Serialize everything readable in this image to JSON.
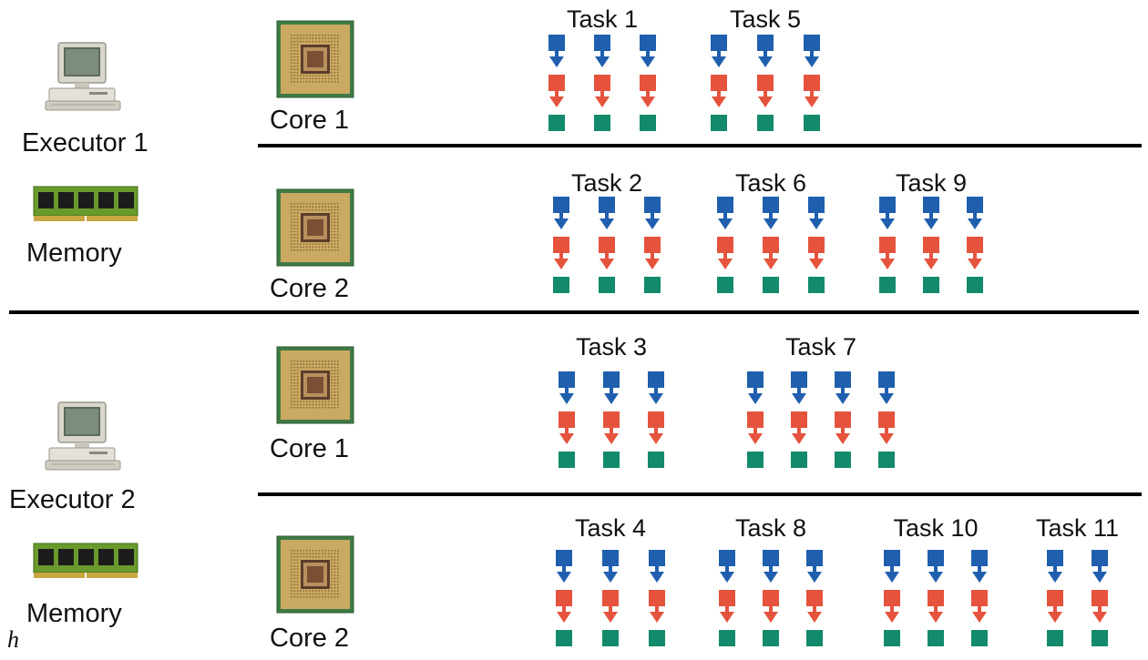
{
  "executors": [
    {
      "label": "Executor 1",
      "memory_label": "Memory",
      "cores": [
        {
          "label": "Core 1",
          "tasks": [
            {
              "label": "Task 1",
              "chains": 3
            },
            {
              "label": "Task 5",
              "chains": 3
            }
          ]
        },
        {
          "label": "Core 2",
          "tasks": [
            {
              "label": "Task 2",
              "chains": 3
            },
            {
              "label": "Task 6",
              "chains": 3
            },
            {
              "label": "Task 9",
              "chains": 3
            }
          ]
        }
      ]
    },
    {
      "label": "Executor 2",
      "memory_label": "Memory",
      "cores": [
        {
          "label": "Core 1",
          "tasks": [
            {
              "label": "Task 3",
              "chains": 3
            },
            {
              "label": "Task 7",
              "chains": 4
            }
          ]
        },
        {
          "label": "Core 2",
          "tasks": [
            {
              "label": "Task 4",
              "chains": 3
            },
            {
              "label": "Task 8",
              "chains": 3
            },
            {
              "label": "Task 10",
              "chains": 3
            },
            {
              "label": "Task 11",
              "chains": 2
            }
          ]
        }
      ]
    }
  ],
  "corner_mark": "h",
  "colors": {
    "stage1": "#1f5fae",
    "stage2": "#e5533d",
    "stage3": "#138a6c",
    "divider": "#000000"
  },
  "icons": {
    "computer": "computer-icon",
    "memory": "memory-icon",
    "cpu": "cpu-chip-icon"
  }
}
